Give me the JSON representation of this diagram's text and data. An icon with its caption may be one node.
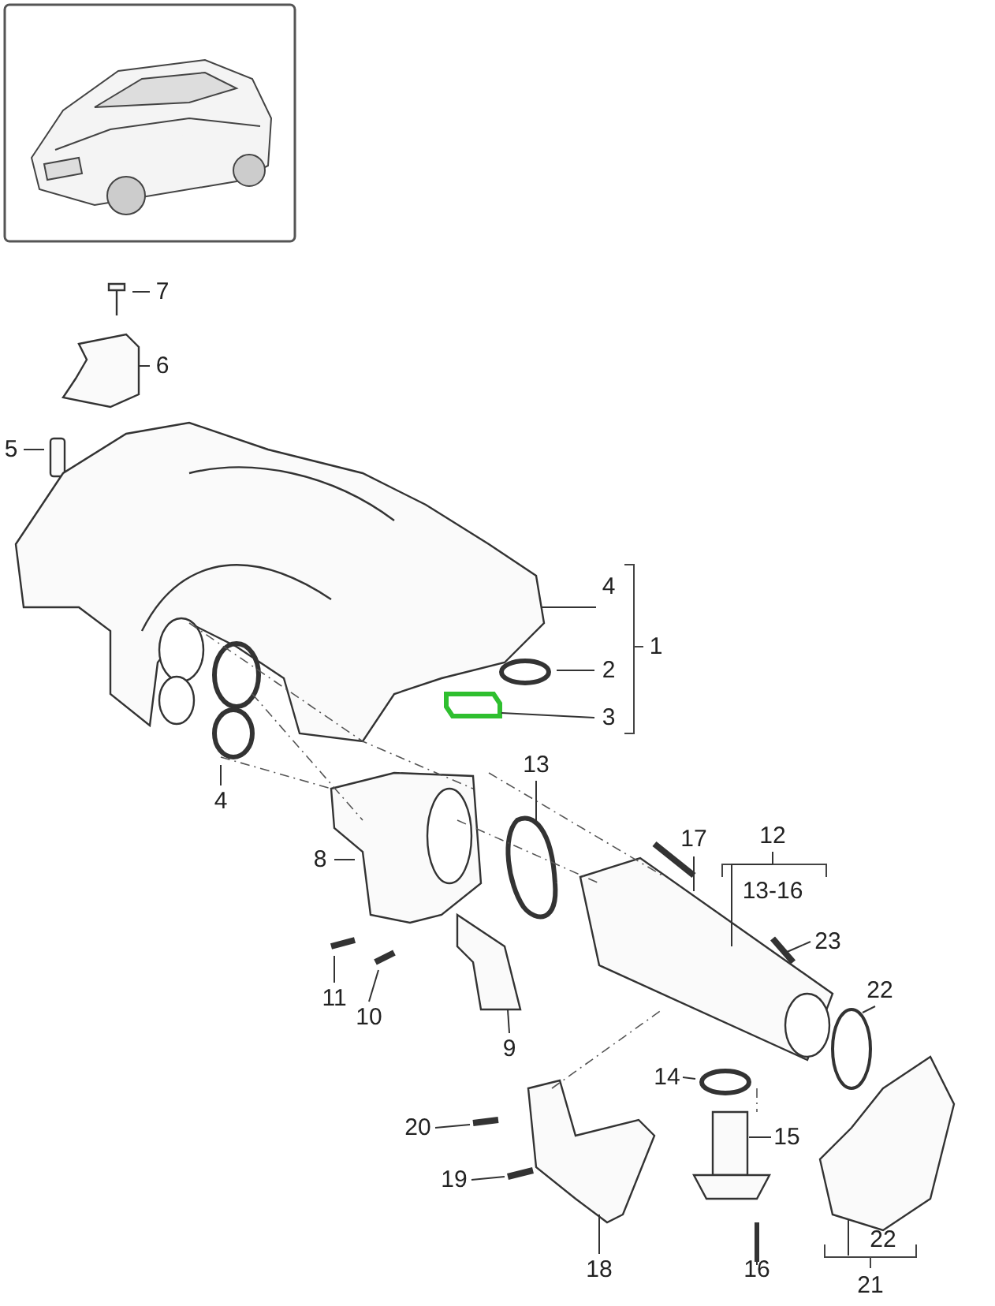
{
  "diagram": {
    "nodes": [
      {
        "text": [
          "7"
        ]
      },
      {
        "text": [
          "6"
        ]
      },
      {
        "text": [
          "5"
        ]
      },
      {
        "text": [
          "4"
        ]
      },
      {
        "text": [
          "2"
        ]
      },
      {
        "text": [
          "3"
        ]
      },
      {
        "text": [
          "4"
        ]
      },
      {
        "text": [
          "13"
        ]
      },
      {
        "text": [
          "12"
        ]
      },
      {
        "text": [
          "17"
        ]
      },
      {
        "text": [
          "8"
        ]
      },
      {
        "text": [
          "23"
        ]
      },
      {
        "text": [
          "11"
        ]
      },
      {
        "text": [
          "22"
        ]
      },
      {
        "text": [
          "10"
        ]
      },
      {
        "text": [
          "9"
        ]
      },
      {
        "text": [
          "14"
        ]
      },
      {
        "text": [
          "15"
        ]
      },
      {
        "text": [
          "20"
        ]
      },
      {
        "text": [
          "19"
        ]
      },
      {
        "text": [
          "18"
        ]
      },
      {
        "text": [
          "16"
        ]
      },
      {
        "text": [
          "22"
        ]
      }
    ],
    "edges": [
      {
        "from": 0,
        "to": null,
        "arrow": "none"
      },
      {
        "from": 1,
        "to": null,
        "arrow": "none"
      },
      {
        "from": 2,
        "to": null,
        "arrow": "none"
      },
      {
        "from": 3,
        "to": null,
        "arrow": "none"
      },
      {
        "from": 4,
        "to": null,
        "arrow": "none"
      },
      {
        "from": 5,
        "to": null,
        "arrow": "none"
      },
      {
        "from": 6,
        "to": null,
        "arrow": "none"
      },
      {
        "from": 7,
        "to": null,
        "arrow": "none"
      },
      {
        "from": 8,
        "to": null,
        "arrow": "none"
      },
      {
        "from": 9,
        "to": null,
        "arrow": "none"
      },
      {
        "from": 10,
        "to": null,
        "arrow": "none"
      },
      {
        "from": 11,
        "to": null,
        "arrow": "none"
      },
      {
        "from": 12,
        "to": null,
        "arrow": "none"
      },
      {
        "from": 13,
        "to": null,
        "arrow": "none"
      },
      {
        "from": 14,
        "to": null,
        "arrow": "none"
      },
      {
        "from": 15,
        "to": null,
        "arrow": "none"
      },
      {
        "from": 16,
        "to": null,
        "arrow": "none"
      },
      {
        "from": 17,
        "to": null,
        "arrow": "none"
      },
      {
        "from": 18,
        "to": null,
        "arrow": "none"
      },
      {
        "from": 19,
        "to": null,
        "arrow": "none"
      },
      {
        "from": 20,
        "to": null,
        "arrow": "none"
      },
      {
        "from": 21,
        "to": null,
        "arrow": "none"
      },
      {
        "from": 22,
        "to": null,
        "arrow": "none"
      }
    ],
    "labels": [
      "1",
      "13-16",
      "21"
    ]
  }
}
